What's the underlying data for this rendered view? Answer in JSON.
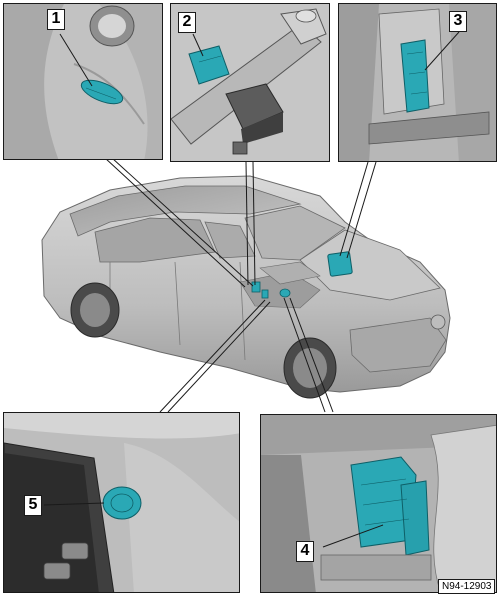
{
  "figure": {
    "id": "N94-12903"
  },
  "callouts": [
    {
      "number": "1"
    },
    {
      "number": "2"
    },
    {
      "number": "3"
    },
    {
      "number": "4"
    },
    {
      "number": "5"
    }
  ],
  "colors": {
    "component_highlight": "#2aa8b5",
    "body_grey": "#c4c4c4",
    "outline": "#1a1a1a"
  }
}
